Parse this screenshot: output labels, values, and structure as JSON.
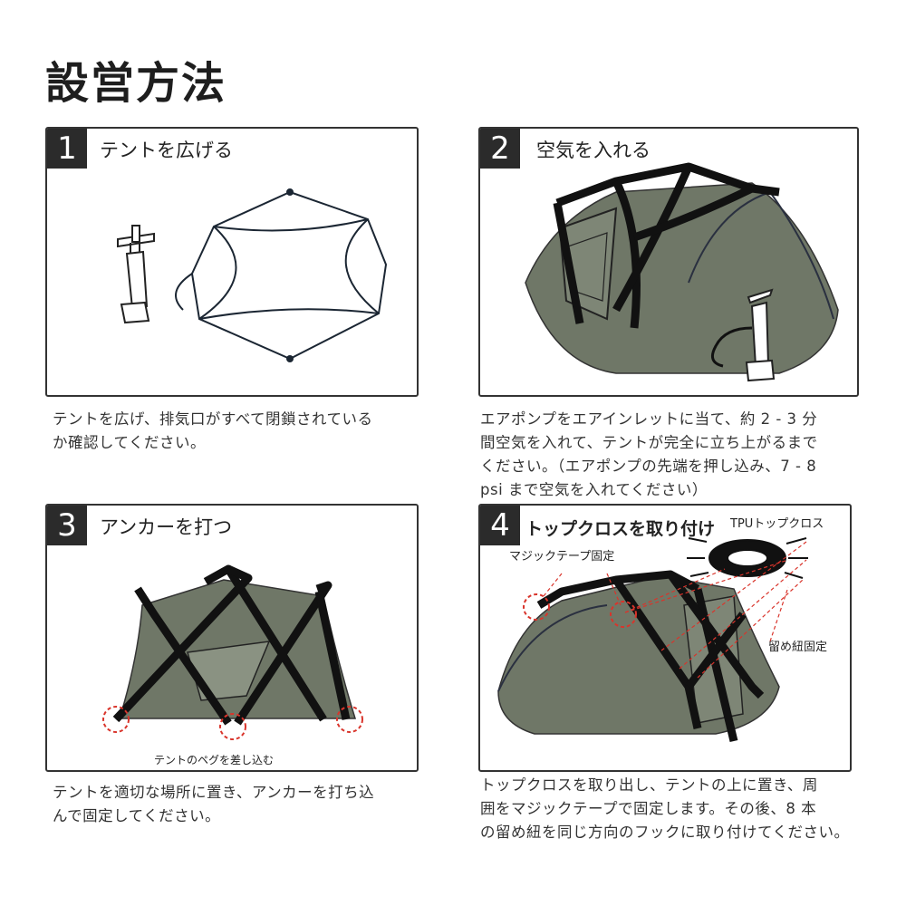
{
  "page_title": "設営方法",
  "steps": [
    {
      "number": "1",
      "title": "テントを広げる",
      "desc_lines": [
        "テントを広げ、排気口がすべて閉鎖されている",
        "か確認してください。"
      ]
    },
    {
      "number": "2",
      "title": "空気を入れる",
      "desc_lines": [
        "エアポンプをエアインレットに当て、約 2 - 3 分",
        "間空気を入れて、テントが完全に立ち上がるまで",
        "ください。（エアポンプの先端を押し込み、7 - 8",
        "psi まで空気を入れてください）"
      ]
    },
    {
      "number": "3",
      "title": "アンカーを打つ",
      "note": "テントのペグを差し込む",
      "desc_lines": [
        "テントを適切な場所に置き、アンカーを打ち込",
        "んで固定してください。"
      ]
    },
    {
      "number": "4",
      "title": "トップクロスを取り付け",
      "callout_tpu": "TPUトップクロス",
      "callout_velcro": "マジックテープ固定",
      "callout_cord": "留め紐固定",
      "desc_lines": [
        "トップクロスを取り出し、テントの上に置き、周",
        "囲をマジックテープで固定します。その後、8 本",
        "の留め紐を同じ方向のフックに取り付けてください。"
      ]
    }
  ],
  "colors": {
    "tent_fill": "#6f7767",
    "frame": "#111111",
    "callout_red": "#d9342b",
    "number_bg": "#2b2b2b"
  }
}
